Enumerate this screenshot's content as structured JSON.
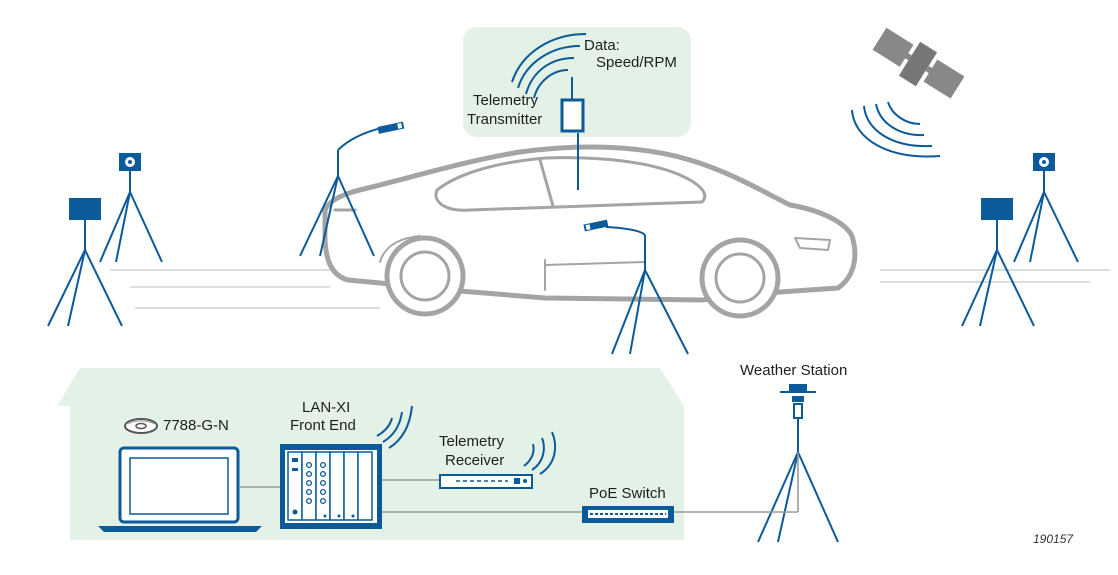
{
  "labels": {
    "data_line1": "Data:",
    "data_line2": "Speed/RPM",
    "telemetry_tx_line1": "Telemetry",
    "telemetry_tx_line2": "Transmitter",
    "software": "7788-G-N",
    "lanxi_line1": "LAN-XI",
    "lanxi_line2": "Front End",
    "telemetry_rx_line1": "Telemetry",
    "telemetry_rx_line2": "Receiver",
    "poe_switch": "PoE Switch",
    "weather_station": "Weather Station",
    "figure_ref": "190157"
  },
  "colors": {
    "instrument_blue": "#0b5a99",
    "car_gray": "#a4a4a4",
    "panel_green": "#e3f1e6",
    "cable_gray": "#9a9a9a"
  }
}
